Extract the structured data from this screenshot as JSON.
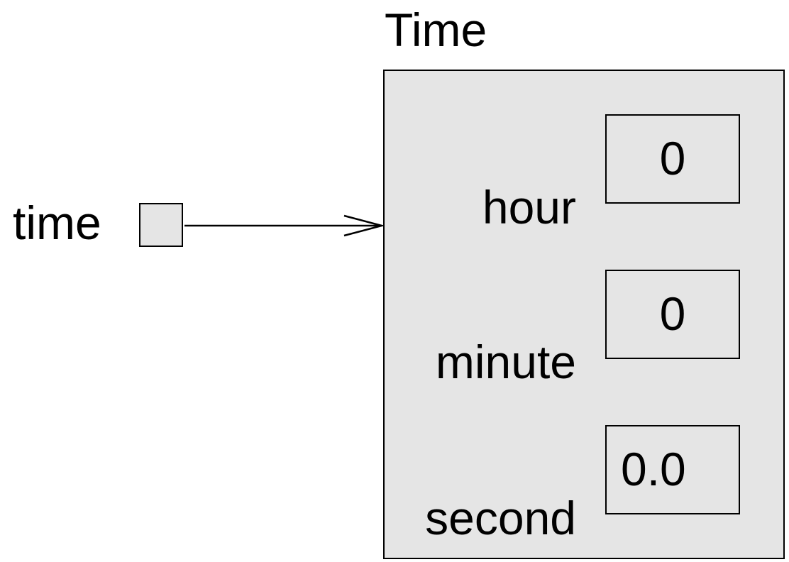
{
  "class_name": "Time",
  "variable": {
    "name": "time"
  },
  "attributes": [
    {
      "name": "hour",
      "value": "0"
    },
    {
      "name": "minute",
      "value": "0"
    },
    {
      "name": "second",
      "value": "0.0"
    }
  ]
}
